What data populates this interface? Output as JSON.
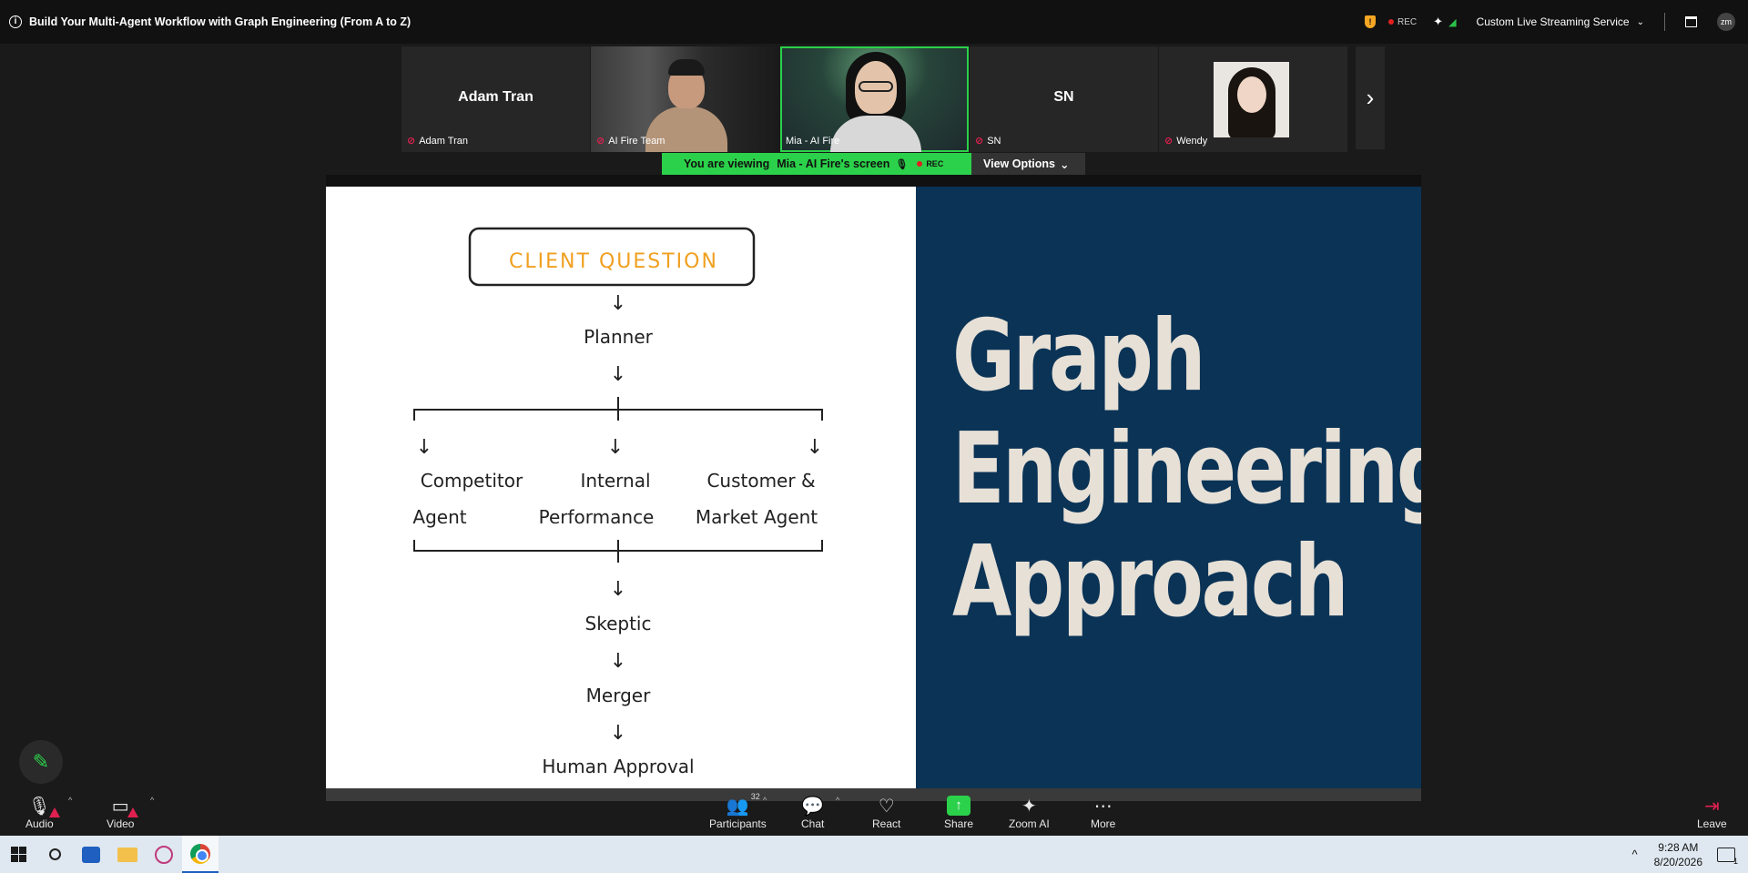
{
  "window": {
    "title": "Build Your Multi-Agent Workflow with Graph Engineering (From A to Z)",
    "rec_label": "REC",
    "streaming_label": "Custom Live Streaming Service",
    "user_initials": "zm"
  },
  "participants": [
    {
      "name": "Adam Tran",
      "display": "Adam Tran",
      "video": false
    },
    {
      "name": "AI Fire Team",
      "video": true
    },
    {
      "name": "Mia - AI Fire",
      "video": true,
      "active": true
    },
    {
      "name": "SN",
      "display": "SN",
      "video": false
    },
    {
      "name": "Wendy",
      "video": false,
      "photo": true
    }
  ],
  "viewing": {
    "prefix": "You are viewing",
    "owner": "Mia - AI Fire's screen",
    "rec": "REC",
    "view_options": "View Options"
  },
  "slide": {
    "diagram": {
      "client_question": "CLIENT QUESTION",
      "planner": "Planner",
      "agents": [
        {
          "line1": "Competitor",
          "line2": "Agent"
        },
        {
          "line1": "Internal",
          "line2": "Performance"
        },
        {
          "line1": "Customer &",
          "line2": "Market Agent"
        }
      ],
      "skeptic": "Skeptic",
      "merger": "Merger",
      "human_approval": "Human Approval"
    },
    "headline": [
      "Graph",
      "Engineering",
      "Approach"
    ],
    "colors": {
      "panel": "#0a3356",
      "headline": "#e7e0d6",
      "accent": "#f0a020"
    }
  },
  "toolbar": {
    "audio": "Audio",
    "video": "Video",
    "participants": "Participants",
    "participants_count": "32",
    "chat": "Chat",
    "react": "React",
    "share": "Share",
    "zoom_ai": "Zoom AI",
    "more": "More",
    "leave": "Leave"
  },
  "taskbar": {
    "time": "9:28 AM",
    "date": "8/20/2026",
    "notifications": "1"
  }
}
